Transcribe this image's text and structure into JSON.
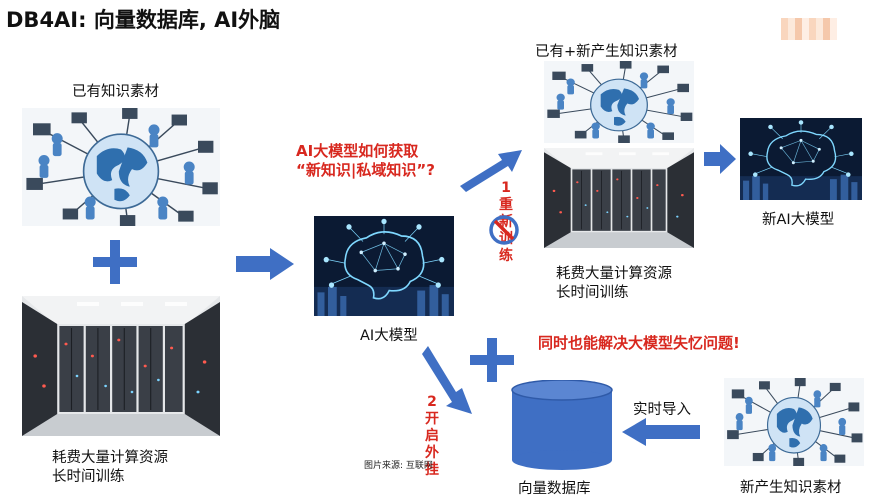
{
  "title": "DB4AI: 向量数据库, AI外脑",
  "labels": {
    "existing_material": "已有知识素材",
    "existing_plus_new": "已有+新产生知识素材",
    "compute_left_1": "耗费大量计算资源",
    "compute_left_2": "长时间训练",
    "compute_mid_1": "耗费大量计算资源",
    "compute_mid_2": "长时间训练",
    "ai_model": "AI大模型",
    "new_ai_model": "新AI大模型",
    "vector_db": "向量数据库",
    "new_material": "新产生知识素材",
    "realtime_import": "实时导入",
    "image_source": "图片来源: 互联网"
  },
  "callouts": {
    "question_1": "AI大模型如何获取",
    "question_2": "“新知识|私域知识”?",
    "retrain_chars": [
      "1",
      "重",
      "新",
      "训",
      "练"
    ],
    "external_chars": [
      "2",
      "开",
      "启",
      "外",
      "挂"
    ],
    "amnesia": "同时也能解决大模型失忆问题!"
  },
  "colors": {
    "arrow_blue": "#3f6fc4",
    "accent_red": "#d8281f",
    "db_blue": "#3f6fc4",
    "brain_cyan": "#7fd8ff"
  },
  "icons": {
    "prohibited": "no-sign-icon"
  }
}
